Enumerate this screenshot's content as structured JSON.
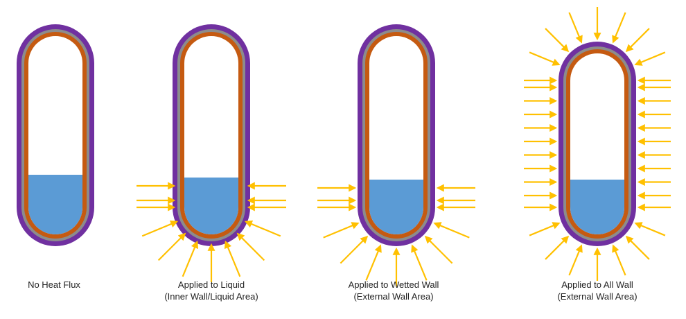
{
  "colors": {
    "outer_wall": "#7030A0",
    "mid_wall": "#8C8C8C",
    "inner_wall": "#C55A11",
    "liquid": "#5B9BD5",
    "heat_flux_arrow": "#FFC000",
    "background": "#FFFFFF"
  },
  "panels": [
    {
      "caption_line1": "No Heat Flux",
      "caption_line2": "",
      "flux": "none"
    },
    {
      "caption_line1": "Applied to Liquid",
      "caption_line2": "(Inner Wall/Liquid Area)",
      "flux": "liquid"
    },
    {
      "caption_line1": "Applied to Wetted Wall",
      "caption_line2": "(External Wall Area)",
      "flux": "wetted"
    },
    {
      "caption_line1": "Applied to All Wall",
      "caption_line2": "(External Wall Area)",
      "flux": "all"
    }
  ]
}
